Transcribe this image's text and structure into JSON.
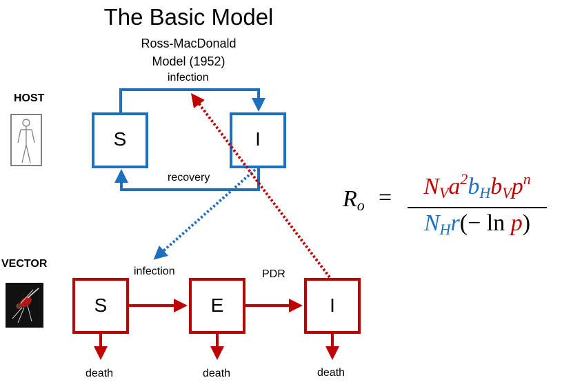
{
  "title": "The Basic Model",
  "subtitle_line1": "Ross-MacDonald",
  "subtitle_line2": "Model (1952)",
  "host": {
    "label": "HOST",
    "boxes": {
      "s": "S",
      "i": "I"
    },
    "arrows": {
      "infection": "infection",
      "recovery": "recovery"
    }
  },
  "vector": {
    "label": "VECTOR",
    "boxes": {
      "s": "S",
      "e": "E",
      "i": "I"
    },
    "arrows": {
      "infection": "infection",
      "pdr": "PDR"
    },
    "death_labels": [
      "death",
      "death",
      "death"
    ]
  },
  "formula": {
    "lhs_base": "R",
    "lhs_sub": "o",
    "eq": "=",
    "numerator": {
      "nv_base": "N",
      "nv_sub": "V",
      "a": "a",
      "a_sup": "2",
      "bh_base": "b",
      "bh_sub": "H",
      "bv_base": "b",
      "bv_sub": "V",
      "p": "p",
      "p_sup": "n"
    },
    "denominator": {
      "nh_base": "N",
      "nh_sub": "H",
      "r": "r",
      "open": "(−",
      "ln": " ln ",
      "p": "p",
      "close": ")"
    }
  },
  "colors": {
    "host": "#1f6fbf",
    "vector": "#c00000",
    "text": "#000000"
  },
  "icons": [
    "human-figure-icon",
    "mosquito-icon"
  ]
}
